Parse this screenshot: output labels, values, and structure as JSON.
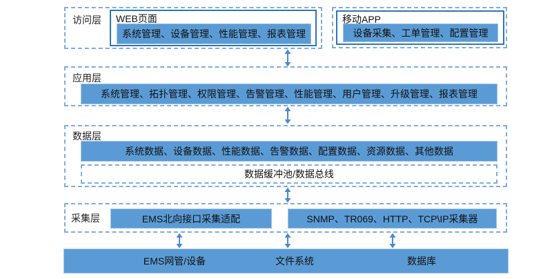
{
  "colors": {
    "bar_fill": "#5b9bd5",
    "bar_edge": "#9dc3e6",
    "solid_border": "#2e75b6",
    "dashed_border": "#7dabde",
    "arrow": "#4a89d4",
    "text": "#111111"
  },
  "layers": {
    "access": {
      "label": "访问层",
      "web": {
        "title": "WEB页面",
        "bar": "系统管理、设备管理、性能管理、报表管理"
      },
      "mobile": {
        "title": "移动APP",
        "bar": "设备采集、工单管理、配置管理"
      }
    },
    "application": {
      "label": "应用层",
      "bar": "系统管理、拓扑管理、权限管理、告警管理、性能管理、用户管理、升级管理、报表管理"
    },
    "data": {
      "label": "数据层",
      "bar": "系统数据、设备数据、性能数据、告警数据、配置数据、资源数据、其他数据",
      "bus": "数据缓冲池/数据总线"
    },
    "collection": {
      "label": "采集层",
      "ems_bar": "EMS北向接口采集适配",
      "proto_bar": "SNMP、TR069、HTTP、TCP\\IP采集器"
    }
  },
  "bottom": {
    "items": [
      "EMS网管/设备",
      "文件系统",
      "数据库"
    ]
  }
}
